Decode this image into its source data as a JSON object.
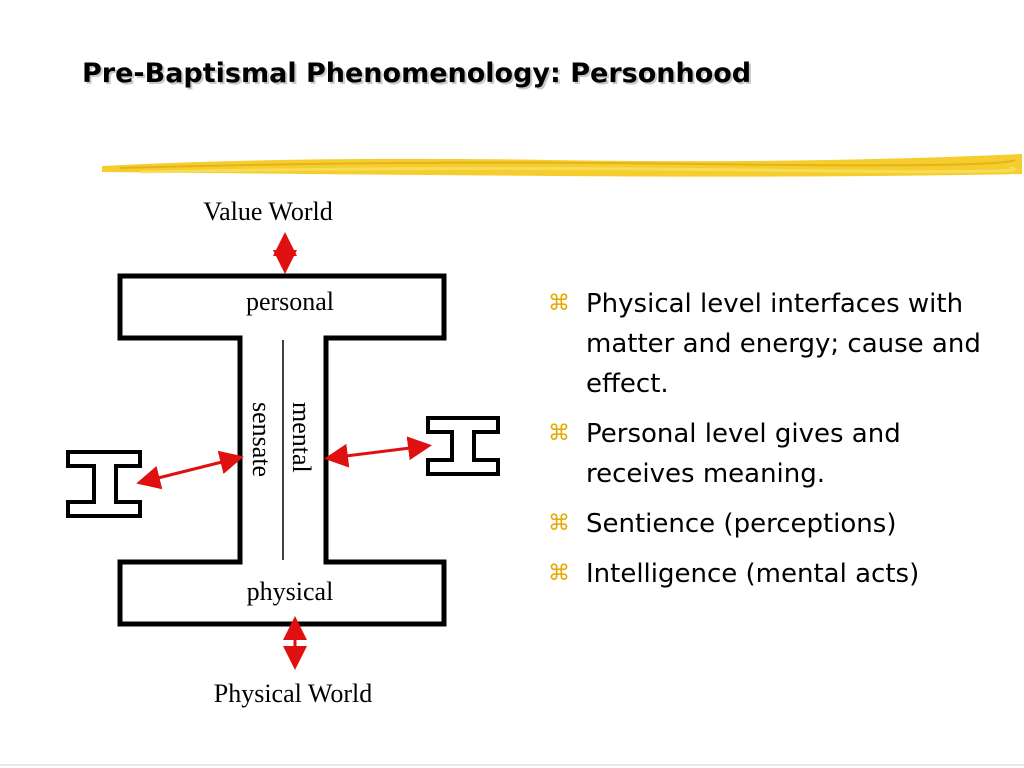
{
  "slide": {
    "title": "Pre-Baptismal Phenomenology: Personhood"
  },
  "diagram": {
    "top_label": "Value World",
    "bottom_label": "Physical World",
    "personal_label": "personal",
    "physical_label": "physical",
    "mental_label": "mental",
    "sensate_label": "sensate"
  },
  "bullets": [
    {
      "icon": "bullet-z-icon",
      "text": "Physical level interfaces with matter and energy; cause and effect."
    },
    {
      "icon": "bullet-z-icon",
      "text": "Personal level gives and receives meaning."
    },
    {
      "icon": "bullet-z-icon",
      "text": "Sentience (perceptions)"
    },
    {
      "icon": "bullet-z-icon",
      "text": "Intelligence (mental acts)"
    }
  ],
  "colors": {
    "accent_stroke": "#f4c818",
    "arrow": "#e01010",
    "bullet_icon": "#e6a800"
  }
}
